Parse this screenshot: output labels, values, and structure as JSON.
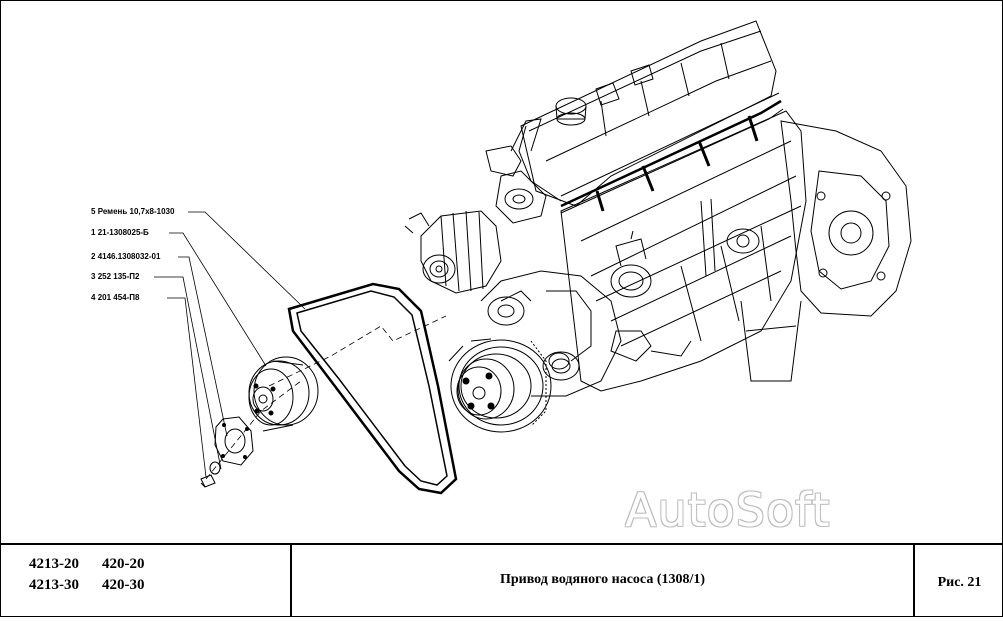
{
  "callouts": [
    {
      "num": "5",
      "text": "Ремень 10,7х8-1030"
    },
    {
      "num": "1",
      "text": "21-1308025-Б"
    },
    {
      "num": "2",
      "text": "4146.1308032-01"
    },
    {
      "num": "3",
      "text": "252 135-П2"
    },
    {
      "num": "4",
      "text": "201 454-П8"
    }
  ],
  "watermark": "AutoSoft",
  "title_block": {
    "models": [
      [
        "4213-20",
        "420-20"
      ],
      [
        "4213-30",
        "420-30"
      ]
    ],
    "title": "Привод водяного насоса (1308/1)",
    "figure": "Рис. 21"
  }
}
